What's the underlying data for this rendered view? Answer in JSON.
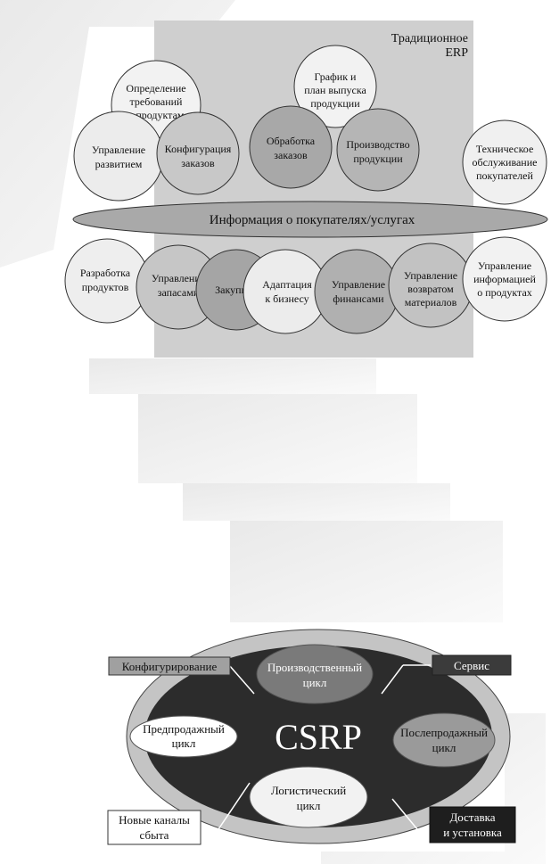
{
  "erp": {
    "title_line1": "Традиционное",
    "title_line2": "ERP",
    "central_band": "Информация о покупателях/услугах",
    "top_nodes": {
      "req": [
        "Определение",
        "требований",
        "к продуктам"
      ],
      "dev": [
        "Управление",
        "развитием"
      ],
      "cfg": [
        "Конфигурация",
        "заказов"
      ],
      "sched": [
        "График и",
        "план выпуска",
        "продукции"
      ],
      "ord": [
        "Обработка",
        "заказов"
      ],
      "prod": [
        "Производство",
        "продукции"
      ],
      "tech": [
        "Техническое",
        "обслуживание",
        "покупателей"
      ]
    },
    "bottom_nodes": {
      "pdev": [
        "Разработка",
        "продуктов"
      ],
      "inv": [
        "Управление",
        "запасами"
      ],
      "buy": [
        "Закупки"
      ],
      "adapt": [
        "Адаптация",
        "к бизнесу"
      ],
      "fin": [
        "Управление",
        "финансами"
      ],
      "ret": [
        "Управление",
        "возвратом",
        "материалов"
      ],
      "info": [
        "Управление",
        "информацией",
        "о продуктах"
      ]
    }
  },
  "csrp": {
    "center": "CSRP",
    "production": [
      "Производственный",
      "цикл"
    ],
    "presale": [
      "Предпродажный",
      "цикл"
    ],
    "postsale": [
      "Послепродажный",
      "цикл"
    ],
    "logistics": [
      "Логистический",
      "цикл"
    ],
    "labels": {
      "configuring": "Конфигурирование",
      "service": "Сервис",
      "channels": [
        "Новые каналы",
        "сбыта"
      ],
      "delivery": [
        "Доставка",
        "и установка"
      ]
    }
  },
  "colors": {
    "erp_box": "#cfcfcf",
    "circle_light": "#f2f2f2",
    "circle_mid": "#c8c8c8",
    "circle_dark": "#a5a5a5",
    "band": "#a9a9a9",
    "csrp_outer": "#c4c4c4",
    "csrp_core": "#2c2c2c"
  }
}
